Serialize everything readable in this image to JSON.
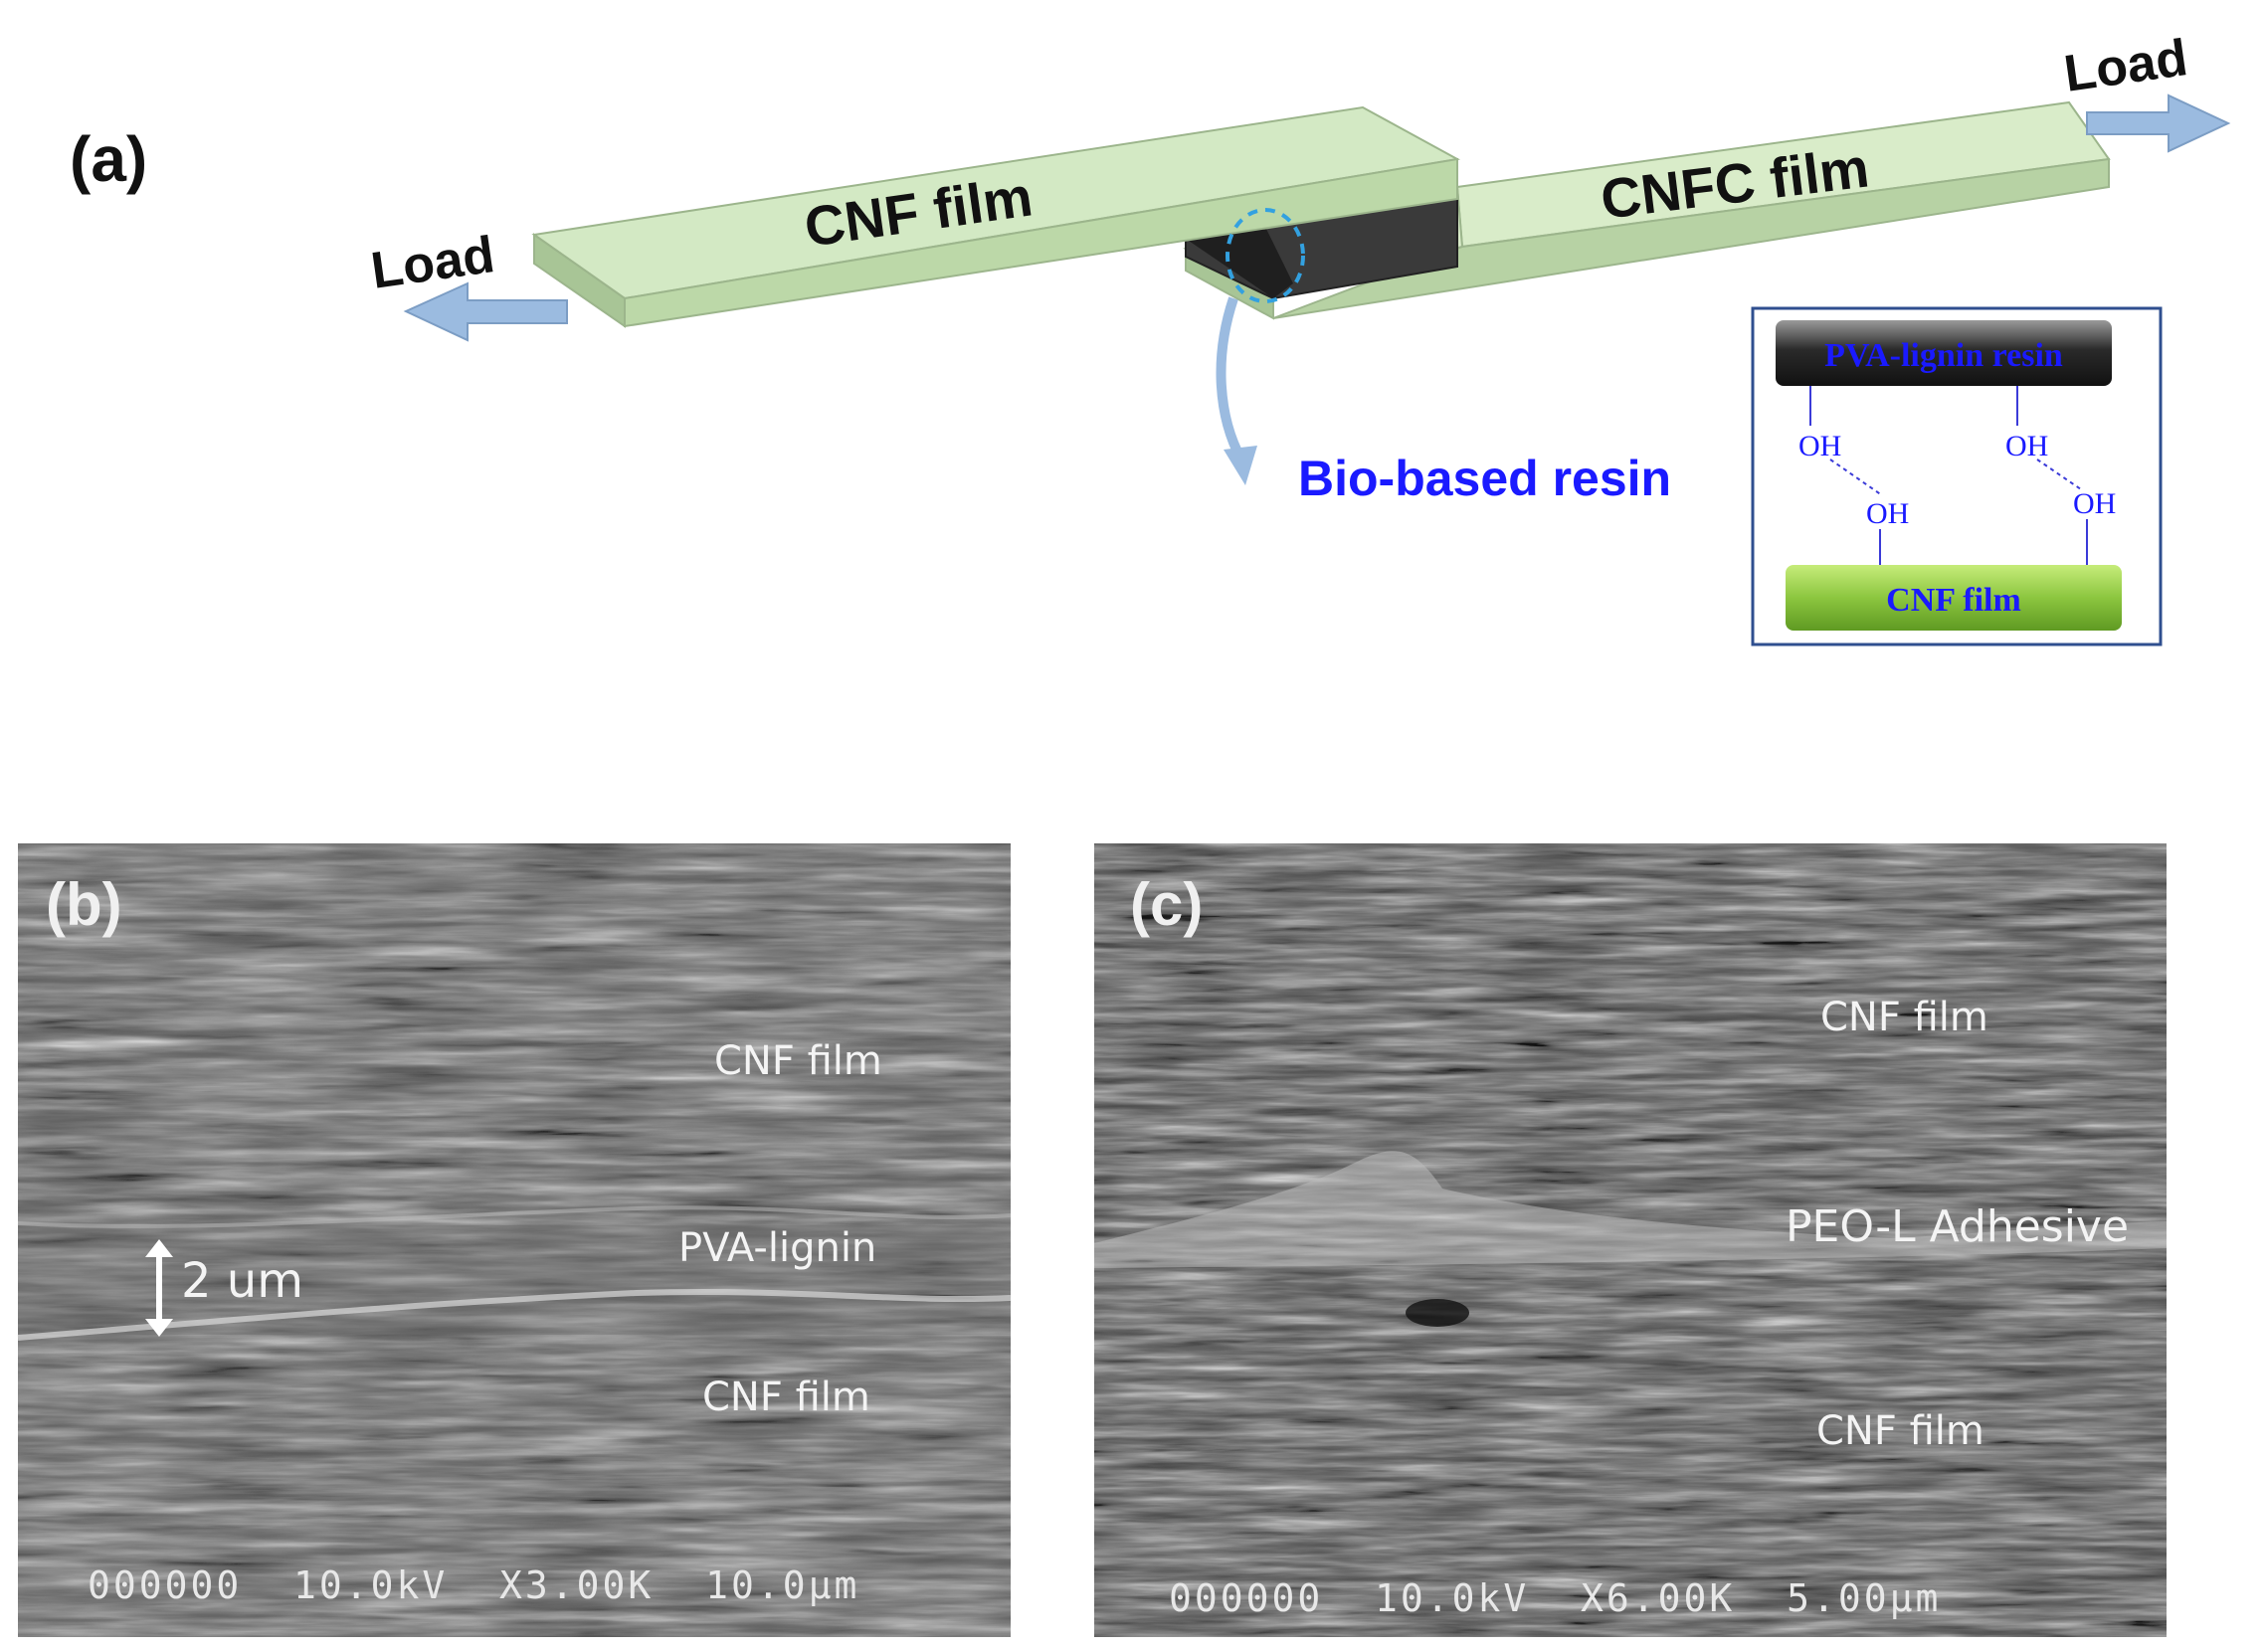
{
  "panel_a": {
    "label": "(a)",
    "left_load": "Load",
    "right_load": "Load",
    "left_film": "CNF film",
    "right_film": "CNFC film",
    "resin_callout": "Bio-based resin",
    "inset": {
      "resin": "PVA-lignin resin",
      "film": "CNF film",
      "oh": "OH"
    }
  },
  "panel_b": {
    "label": "(b)",
    "top_layer": "CNF film",
    "middle_layer": "PVA-lignin",
    "bottom_layer": "CNF film",
    "thickness": "2 um",
    "micrograph_info": "000000  10.0kV  X3.00K  10.0μm"
  },
  "panel_c": {
    "label": "(c)",
    "top_layer": "CNF film",
    "middle_layer": "PEO-L Adhesive",
    "bottom_layer": "CNF film",
    "micrograph_info": "000000  10.0kV  X6.00K  5.00μm"
  },
  "colors": {
    "film_green": "#cfe6c1",
    "resin_block": "#3a3a3a",
    "arrow_blue": "#9bbbe0",
    "callout_blue": "#1a1aff",
    "inset_border": "#2f4f8f",
    "inset_film_green": "#8cc63f"
  }
}
